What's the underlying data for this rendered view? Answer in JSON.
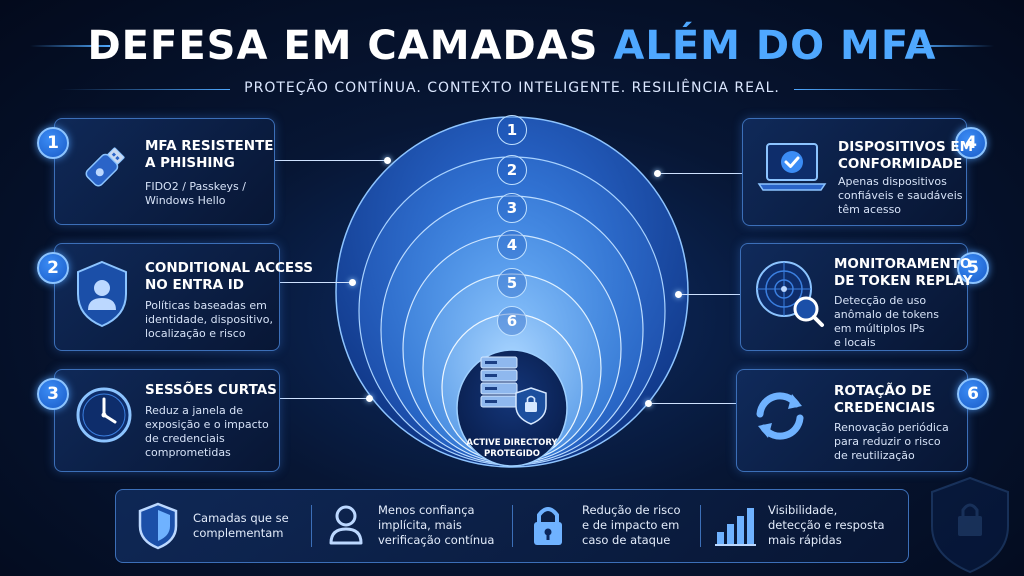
{
  "header": {
    "title_main": "DEFESA EM CAMADAS",
    "title_accent": "ALÉM DO MFA",
    "subtitle": "PROTEÇÃO CONTÍNUA. CONTEXTO INTELIGENTE. RESILIÊNCIA REAL."
  },
  "cards": [
    {
      "num": "1",
      "title": "MFA RESISTENTE\nA PHISHING",
      "desc": "FIDO2 / Passkeys /\nWindows Hello",
      "icon": "usb-key-icon"
    },
    {
      "num": "2",
      "title": "CONDITIONAL ACCESS\nNO ENTRA ID",
      "desc": "Políticas baseadas em\nidentidade, dispositivo,\nlocalização e risco",
      "icon": "shield-user-icon"
    },
    {
      "num": "3",
      "title": "SESSÕES CURTAS",
      "desc": "Reduz a janela de\nexposição e o impacto\nde credenciais\ncomprometidas",
      "icon": "clock-icon"
    },
    {
      "num": "4",
      "title": "DISPOSITIVOS EM\nCONFORMIDADE",
      "desc": "Apenas dispositivos\nconfiáveis e saudáveis\ntêm acesso",
      "icon": "laptop-check-icon"
    },
    {
      "num": "5",
      "title": "MONITORAMENTO\nDE TOKEN REPLAY",
      "desc": "Detecção de uso\nanômalo de tokens\nem múltiplos IPs\ne locais",
      "icon": "radar-search-icon"
    },
    {
      "num": "6",
      "title": "ROTAÇÃO DE\nCREDENCIAIS",
      "desc": "Renovação periódica\npara reduzir o risco\nde reutilização",
      "icon": "rotate-arrows-icon"
    }
  ],
  "layers": [
    "1",
    "2",
    "3",
    "4",
    "5",
    "6"
  ],
  "core": {
    "label": "ACTIVE DIRECTORY\nPROTEGIDO",
    "icon": "server-lock-icon"
  },
  "benefits": [
    {
      "text": "Camadas que se\ncomplementam",
      "icon": "shield-icon"
    },
    {
      "text": "Menos confiança\nimplícita, mais\nverificação contínua",
      "icon": "user-icon"
    },
    {
      "text": "Redução de risco\ne de impacto em\ncaso de ataque",
      "icon": "padlock-icon"
    },
    {
      "text": "Visibilidade,\ndetecção e resposta\nmais rápidas",
      "icon": "bar-chart-icon"
    }
  ],
  "colors": {
    "accent": "#4fa8ff",
    "background": "#071634",
    "card_border": "#3c6fb8"
  }
}
